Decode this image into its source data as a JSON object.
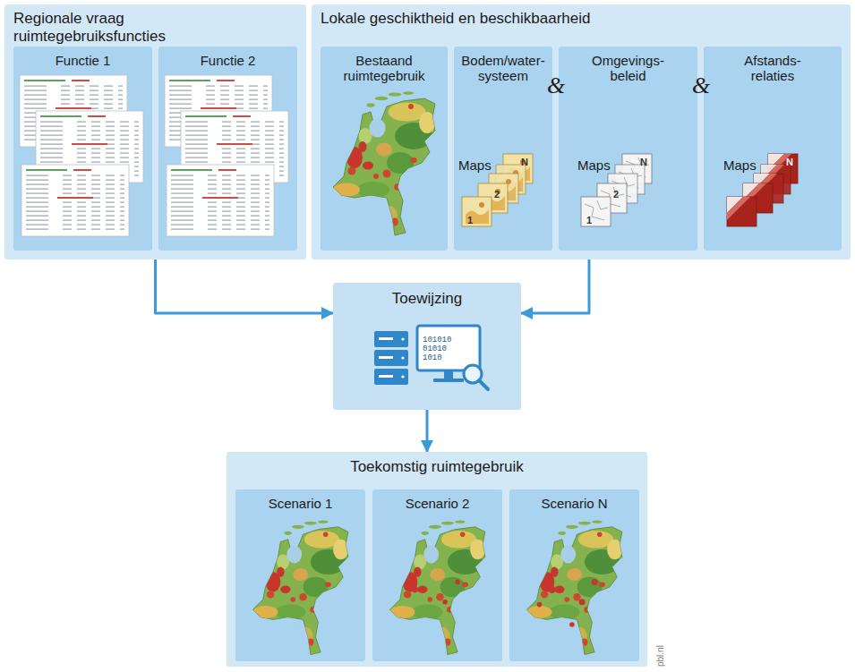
{
  "diagram": {
    "nodes": [
      {
        "text": [
          "Regionale vraag ruimtegebruiksfuncties"
        ]
      },
      {
        "text": [
          "Functie 1"
        ],
        "in": 0
      },
      {
        "text": [
          "Functie 2"
        ],
        "in": 0
      },
      {
        "text": [
          "Lokale geschiktheid en beschikbaarheid"
        ]
      },
      {
        "text": [
          "Bestaand ruimtegebruik"
        ],
        "in": 3
      },
      {
        "text": [
          "Bodem/water- systeem",
          "Maps"
        ],
        "in": 3
      },
      {
        "text": [
          "Omgevings- beleid",
          "Maps"
        ],
        "in": 3
      },
      {
        "text": [
          "Afstands- relaties",
          "Maps"
        ],
        "in": 3
      },
      {
        "text": [
          "Toewijzing"
        ]
      },
      {
        "text": [
          "Toekomstig ruimtegebruik"
        ]
      },
      {
        "text": [
          "Scenario 1"
        ],
        "in": 9
      },
      {
        "text": [
          "Scenario 2"
        ],
        "in": 9
      },
      {
        "text": [
          "Scenario N"
        ],
        "in": 9
      }
    ],
    "edges": [
      {
        "from": 0,
        "to": 8,
        "arrow": "to"
      },
      {
        "from": 3,
        "to": 8,
        "arrow": "to"
      },
      {
        "from": 8,
        "to": 9,
        "arrow": "to"
      }
    ],
    "labels": [
      "&",
      "&",
      "1",
      "2",
      "N",
      "1",
      "2",
      "N",
      "N",
      "101010",
      "01010",
      "1010",
      "pbl.nl"
    ]
  }
}
